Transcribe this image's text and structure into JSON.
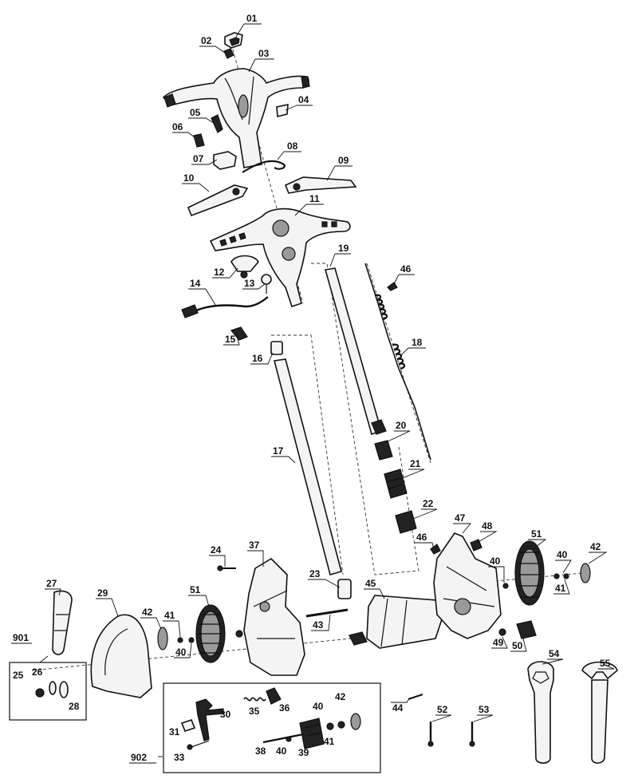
{
  "labels": {
    "p01": "01",
    "p02": "02",
    "p03": "03",
    "p04": "04",
    "p05": "05",
    "p06": "06",
    "p07": "07",
    "p08": "08",
    "p09": "09",
    "p10": "10",
    "p11": "11",
    "p12": "12",
    "p13": "13",
    "p14": "14",
    "p15": "15",
    "p16": "16",
    "p17": "17",
    "p18": "18",
    "p19": "19",
    "p20": "20",
    "p21": "21",
    "p22": "22",
    "p23": "23",
    "p24": "24",
    "p25": "25",
    "p26": "26",
    "p27": "27",
    "p28": "28",
    "p29": "29",
    "p30": "30",
    "p31": "31",
    "p33": "33",
    "p35": "35",
    "p36": "36",
    "p37": "37",
    "p38": "38",
    "p39": "39",
    "p40a": "40",
    "p40b": "40",
    "p40c": "40",
    "p40d": "40",
    "p41a": "41",
    "p41b": "41",
    "p41c": "41",
    "p42a": "42",
    "p42b": "42",
    "p42c": "42",
    "p43": "43",
    "p44": "44",
    "p45": "45",
    "p46a": "46",
    "p46b": "46",
    "p47": "47",
    "p48": "48",
    "p49": "49",
    "p50": "50",
    "p51a": "51",
    "p51b": "51",
    "p52": "52",
    "p53": "53",
    "p54": "54",
    "p55": "55",
    "p901": "901",
    "p902": "902"
  }
}
